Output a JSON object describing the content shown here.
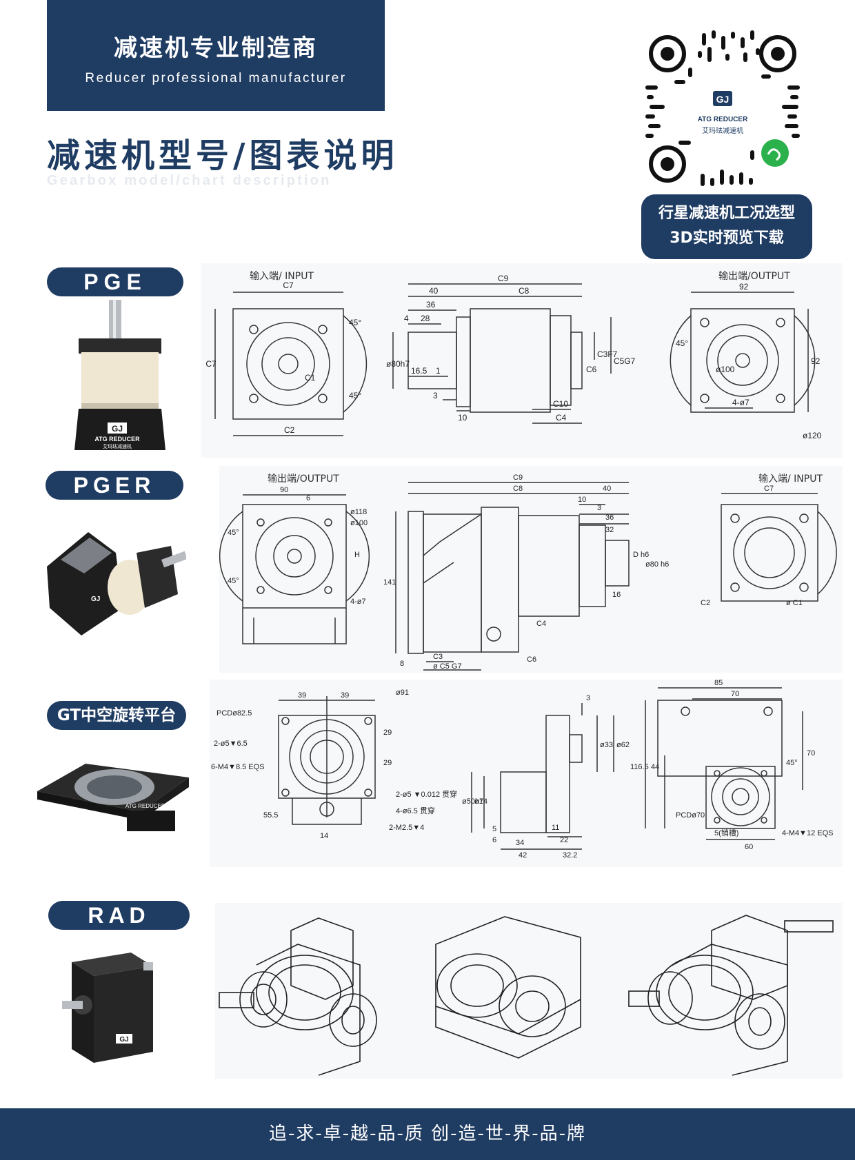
{
  "header": {
    "title_cn": "减速机专业制造商",
    "title_en": "Reducer professional manufacturer"
  },
  "page": {
    "title": "减速机型号/图表说明",
    "subtitle": "Gearbox model/chart description"
  },
  "qr": {
    "logo_text": "ATG REDUCER",
    "logo_sub": "艾玛珐减速机",
    "badge_line1": "行星减速机工况选型",
    "badge_line2": "3D实时预览下载",
    "mini_program_icon": "wechat-mini-program-icon"
  },
  "models": [
    {
      "name": "PGE",
      "input_label": "输入端/ INPUT",
      "output_label": "输出端/OUTPUT",
      "dims": [
        "C7",
        "C1",
        "C2",
        "45°",
        "C9",
        "40",
        "C8",
        "36",
        "28",
        "4",
        "ø80h7",
        "16.5",
        "1",
        "3",
        "10",
        "C3F7",
        "C5G7",
        "C6",
        "C10",
        "C4",
        "92",
        "ø100",
        "4-ø7",
        "ø120"
      ]
    },
    {
      "name": "PGER",
      "output_label": "输出端/OUTPUT",
      "input_label": "输入端/ INPUT",
      "dims": [
        "90",
        "6",
        "ø118",
        "ø100",
        "H",
        "45°",
        "4-ø7",
        "C9",
        "C8",
        "40",
        "10",
        "3",
        "36",
        "32",
        "D h6",
        "ø80 h6",
        "16",
        "141",
        "C4",
        "8",
        "C3",
        "ø C5 G7",
        "C6",
        "C7",
        "C2",
        "ø C1"
      ]
    },
    {
      "name": "GT中空旋转平台",
      "dims": [
        "39",
        "39",
        "ø91",
        "PCDø82.5",
        "2-ø5▼6.5",
        "6-M4▼8.5 EQS",
        "29",
        "29",
        "55.5",
        "14",
        "2-ø5 ▼0.012 贯穿",
        "4-ø6.5 贯穿",
        "2-M2.5▼4",
        "3",
        "ø33",
        "ø62",
        "ø50h7",
        "ø14",
        "5",
        "6",
        "11",
        "34",
        "22",
        "42",
        "32.2",
        "85",
        "70",
        "116.5",
        "44",
        "70",
        "45°",
        "PCDø70",
        "5(销槽)",
        "60",
        "4-M4▼12 EQS"
      ]
    },
    {
      "name": "RAD"
    }
  ],
  "product_logo": {
    "brand": "ATG REDUCER",
    "brand_cn": "艾玛珐减速机"
  },
  "footer": {
    "slogan": "追-求-卓-越-品-质  创-造-世-界-品-牌"
  },
  "colors": {
    "navy": "#1f3c63",
    "panel_bg": "#f7f8fa",
    "line": "#333333",
    "cream": "#efe7d2"
  }
}
